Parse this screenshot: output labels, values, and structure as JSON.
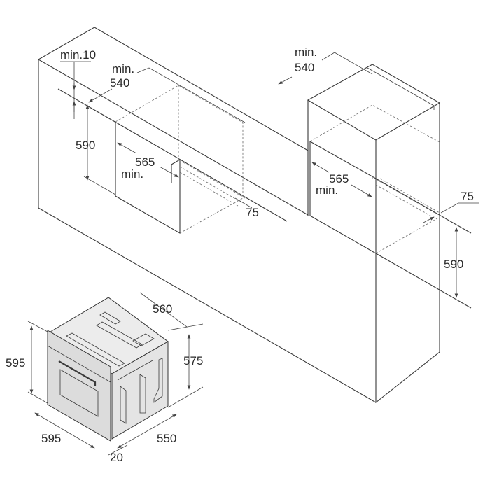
{
  "diagram": {
    "title_hidden": null,
    "undercounter_installation": {
      "top_gap": "min.10",
      "depth_min_word": "min.",
      "depth_value": "540",
      "niche_height": "590",
      "niche_width_value": "565",
      "niche_width_min_word": "min.",
      "vent_gap": "75"
    },
    "column_installation": {
      "depth_min_word": "min.",
      "depth_value": "540",
      "niche_width_value": "565",
      "niche_width_min_word": "min.",
      "vent_gap": "75",
      "niche_height": "590"
    },
    "oven_dimensions": {
      "body_depth_top": "560",
      "front_height": "595",
      "body_height": "575",
      "front_width": "595",
      "body_depth": "550",
      "front_panel_thickness": "20"
    },
    "colors": {
      "line": "#3a3a3a",
      "oven_front": "#dcdcdc",
      "oven_top": "#ececec"
    }
  }
}
